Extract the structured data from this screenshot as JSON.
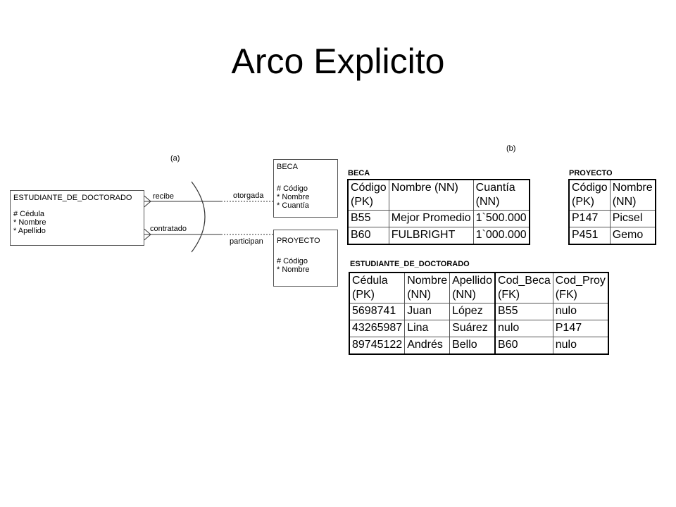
{
  "title": "Arco Explicito",
  "diagram_a": {
    "label": "(a)",
    "student_entity": {
      "name": "ESTUDIANTE_DE_DOCTORADO",
      "attributes": [
        "# Cédula",
        "* Nombre",
        "* Apellido"
      ]
    },
    "beca_entity": {
      "name": "BECA",
      "attributes": [
        "# Código",
        "*  Nombre",
        "*  Cuantía"
      ]
    },
    "proyecto_entity": {
      "name": "PROYECTO",
      "attributes": [
        "# Código",
        "*  Nombre"
      ]
    },
    "relationships": {
      "recibe": "recibe",
      "otorgada": "otorgada",
      "contratado": "contratado",
      "participan": "participan"
    }
  },
  "diagram_b": {
    "label": "(b)",
    "beca_table": {
      "caption": "BECA",
      "headers": [
        "Código\n(PK)",
        "Nombre (NN)",
        "Cuantía\n(NN)"
      ],
      "rows": [
        [
          "B55",
          "Mejor Promedio",
          "1`500.000"
        ],
        [
          "B60",
          "FULBRIGHT",
          "1`000.000"
        ]
      ]
    },
    "proyecto_table": {
      "caption": "PROYECTO",
      "headers": [
        "Código\n(PK)",
        "Nombre\n(NN)"
      ],
      "rows": [
        [
          "P147",
          "Picsel"
        ],
        [
          "P451",
          "Gemo"
        ]
      ]
    },
    "estudiante_table": {
      "caption": "ESTUDIANTE_DE_DOCTORADO",
      "headers": [
        "Cédula\n(PK)",
        "Nombre\n(NN)",
        "Apellido\n(NN)",
        "Cod_Beca\n(FK)",
        "Cod_Proy\n(FK)"
      ],
      "rows": [
        [
          "5698741",
          "Juan",
          "López",
          "B55",
          "nulo"
        ],
        [
          "43265987",
          "Lina",
          "Suárez",
          "nulo",
          "P147"
        ],
        [
          "89745122",
          "Andrés",
          "Bello",
          "B60",
          "nulo"
        ]
      ]
    }
  }
}
